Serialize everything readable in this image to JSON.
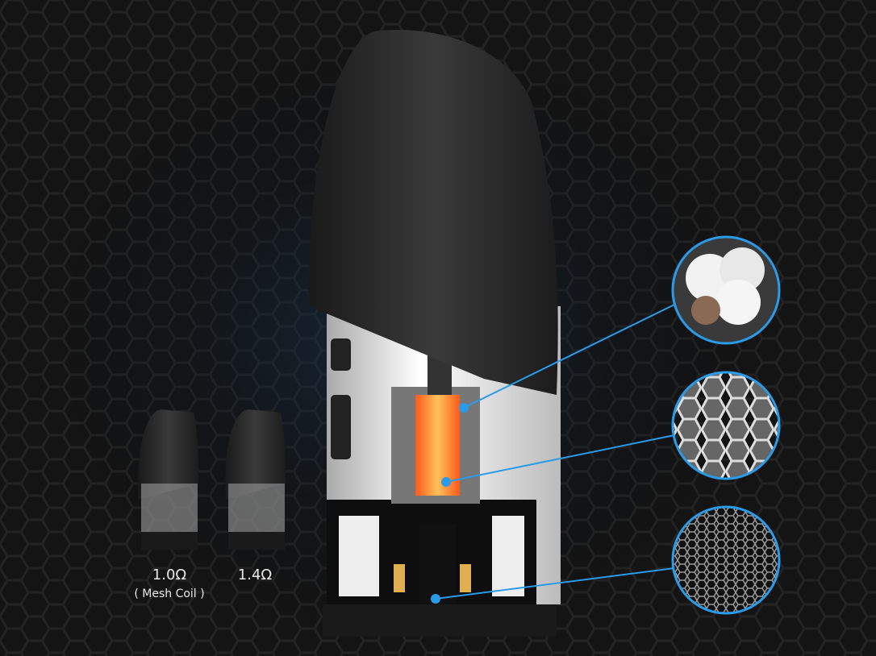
{
  "pods": [
    {
      "resistance": "1.0Ω",
      "note": "( Mesh Coil )"
    },
    {
      "resistance": "1.4Ω"
    }
  ],
  "callouts": [
    {
      "icon": "cotton-icon"
    },
    {
      "icon": "mesh-coil-icon"
    },
    {
      "icon": "honeycomb-filter-icon"
    }
  ],
  "colors": {
    "accent": "#2a9be8",
    "background": "#141414",
    "pod_body": "#2b2b2b",
    "coil": "#ff7a2a"
  }
}
